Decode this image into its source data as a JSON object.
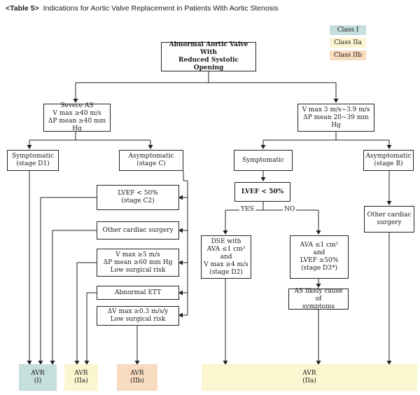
{
  "title": {
    "tag": "<Table 5>",
    "text": "Indications for Aortic Valve Replacement in Patients With Aortic Stenosis"
  },
  "legend": [
    {
      "label": "Class I",
      "color": "#c5dfdc"
    },
    {
      "label": "Class IIa",
      "color": "#fbf6cf"
    },
    {
      "label": "Class IIb",
      "color": "#f9dcc0"
    }
  ],
  "nodes": {
    "root": "Abnormal Aortic Valve With\nReduced Systolic Opening",
    "severe_as": "Severe AS\nV max ≥40 m/s\nΔP mean ≥40 mm Hg",
    "moderate": "V max 3 m/s~3.9 m/s\nΔP mean 20~39 mm Hg",
    "symp_d1": "Symptomatic\n(stage D1)",
    "asymp_c": "Asymptomatic\n(stage C)",
    "symp_mod": "Symptomatic",
    "asymp_b": "Asymptomatic\n(stage B)",
    "lvef_c2": "LVEF < 50%\n(stage C2)",
    "other_surgery": "Other cardiac surgery",
    "vmax5": "V max ≥5 m/s\nΔP mean ≥60 mm Hg\nLow surgical risk",
    "abnormal_ett": "Abnormal ETT",
    "dv": "ΔV max ≥0.3 m/s/y\nLow surgical risk",
    "lvef50": "LVEF < 50%",
    "dse": "DSE with\nAVA ≤1 cm² and\nV max ≥4 m/s\n(stage D2)",
    "ava": "AVA ≤1 cm²\nand\nLVEF ≥50%\n(stage D3*)",
    "other_cardiac": "Other cardiac\nsurgery",
    "as_likely": "AS likely cause of\nsymptoms"
  },
  "branch_labels": {
    "yes": "YES",
    "no": "NO"
  },
  "outcomes": {
    "avr_i": "AVR\n(I)",
    "avr_iia_1": "AVR\n(IIa)",
    "avr_iib": "AVR\n(IIb)",
    "avr_iia_2": "AVR\n(IIa)"
  }
}
